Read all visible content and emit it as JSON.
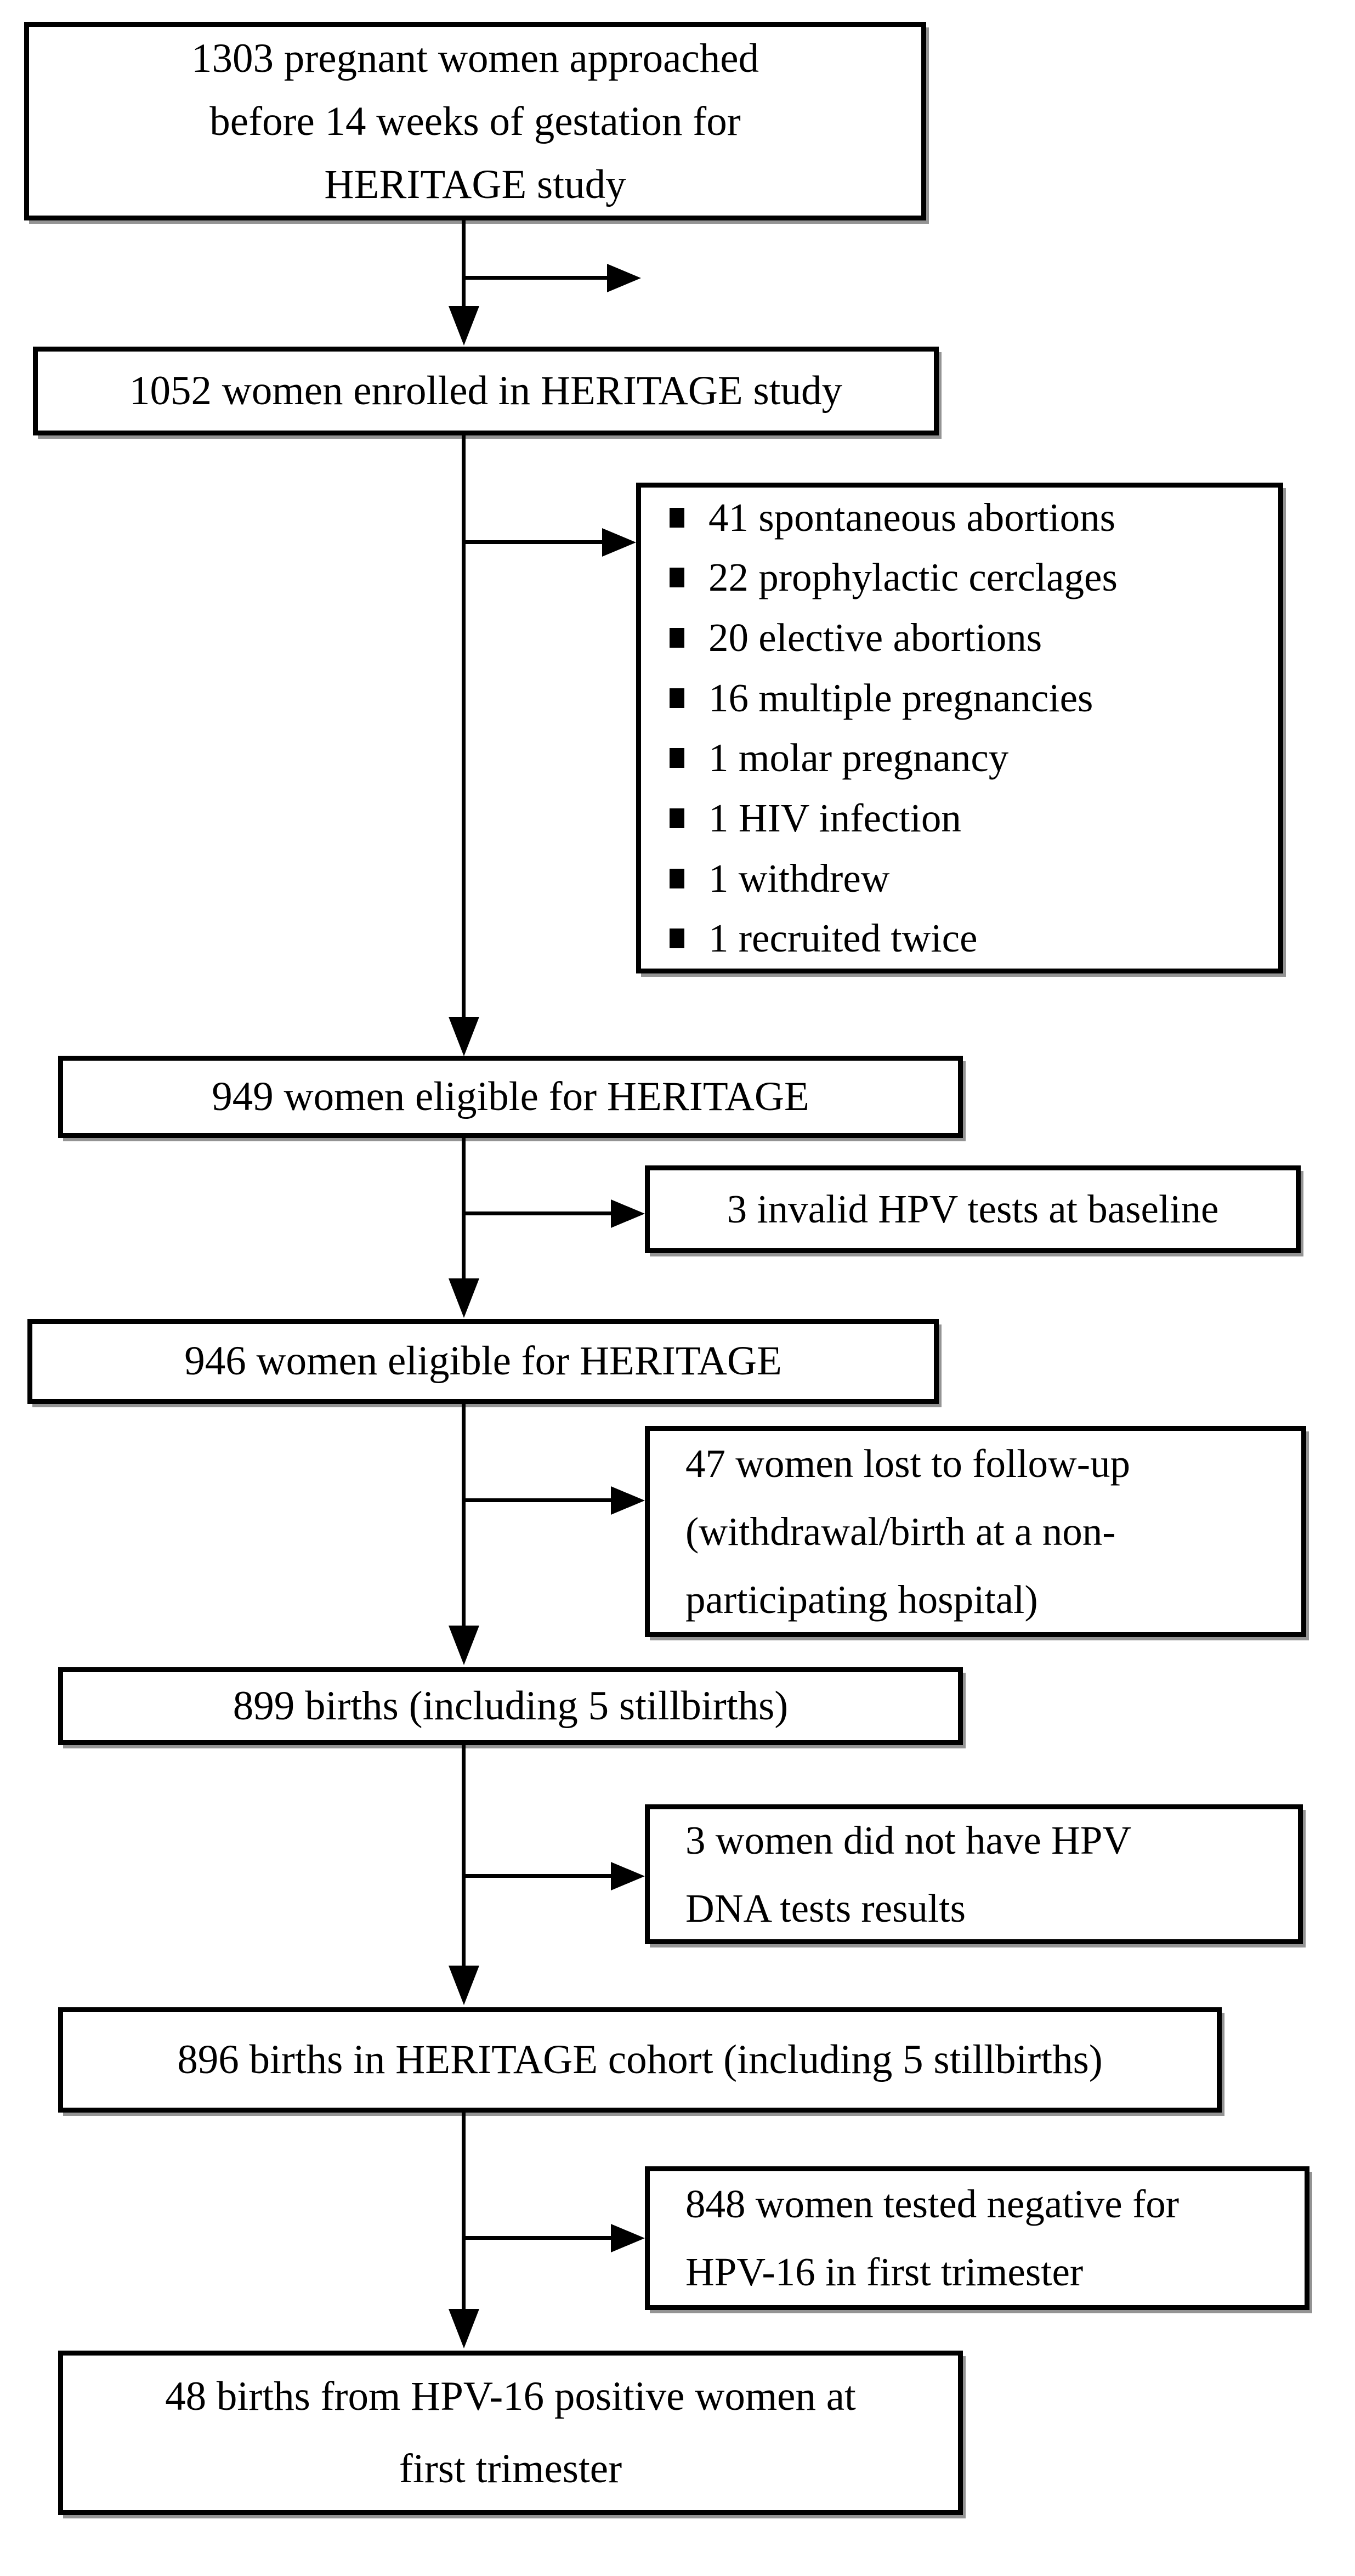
{
  "colors": {
    "line": "#000000",
    "background": "#ffffff"
  },
  "boxes": {
    "approached": {
      "lines": [
        "1303 pregnant women approached",
        "before 14 weeks of gestation for",
        "HERITAGE study"
      ]
    },
    "enrolled": {
      "text": "1052 women enrolled in HERITAGE study"
    },
    "exclusions": {
      "items": [
        "41 spontaneous abortions",
        "22 prophylactic cerclages",
        "20 elective abortions",
        "16 multiple pregnancies",
        "1 molar pregnancy",
        "1 HIV infection",
        "1 withdrew",
        "1 recruited twice"
      ]
    },
    "eligible_949": {
      "text": "949 women eligible for HERITAGE"
    },
    "invalid_tests": {
      "text": "3 invalid HPV tests at baseline"
    },
    "eligible_946": {
      "text": "946 women eligible for HERITAGE"
    },
    "lost_followup": {
      "lines": [
        "47 women lost to follow-up",
        "(withdrawal/birth at a non-",
        "participating hospital)"
      ]
    },
    "births_899": {
      "text": "899 births (including 5 stillbirths)"
    },
    "no_hpv_results": {
      "lines": [
        "3 women did not have HPV",
        "DNA tests results"
      ]
    },
    "births_896": {
      "text": "896 births in HERITAGE cohort (including 5 stillbirths)"
    },
    "negative_848": {
      "lines": [
        "848 women tested negative for",
        "HPV-16 in first trimester"
      ]
    },
    "births_48": {
      "lines": [
        "48 births from HPV-16 positive women at",
        "first trimester"
      ]
    }
  }
}
